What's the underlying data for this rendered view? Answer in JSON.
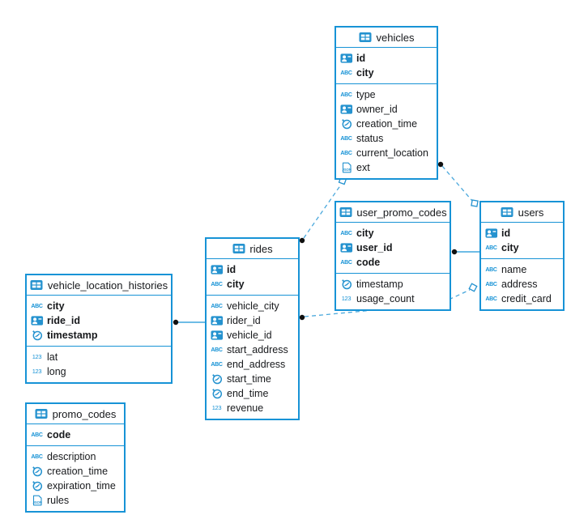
{
  "diagram": {
    "colors": {
      "accent": "#1793d6",
      "icon_blue": "#2492cf",
      "dashed_line": "#4aa8dc",
      "endpoint_dot": "#101010",
      "text": "#17191c",
      "background": "#ffffff"
    },
    "icon_labels": {
      "string": "ABC",
      "number": "123",
      "json": "JSON"
    },
    "tables": [
      {
        "name": "vehicles",
        "columns": [
          {
            "name": "id",
            "type": "uuid",
            "pk": true
          },
          {
            "name": "city",
            "type": "string",
            "pk": true
          },
          {
            "name": "type",
            "type": "string",
            "pk": false
          },
          {
            "name": "owner_id",
            "type": "uuid",
            "pk": false
          },
          {
            "name": "creation_time",
            "type": "timestamp",
            "pk": false
          },
          {
            "name": "status",
            "type": "string",
            "pk": false
          },
          {
            "name": "current_location",
            "type": "string",
            "pk": false
          },
          {
            "name": "ext",
            "type": "json",
            "pk": false
          }
        ]
      },
      {
        "name": "user_promo_codes",
        "columns": [
          {
            "name": "city",
            "type": "string",
            "pk": true
          },
          {
            "name": "user_id",
            "type": "uuid",
            "pk": true
          },
          {
            "name": "code",
            "type": "string",
            "pk": true
          },
          {
            "name": "timestamp",
            "type": "timestamp",
            "pk": false
          },
          {
            "name": "usage_count",
            "type": "number",
            "pk": false
          }
        ]
      },
      {
        "name": "users",
        "columns": [
          {
            "name": "id",
            "type": "uuid",
            "pk": true
          },
          {
            "name": "city",
            "type": "string",
            "pk": true
          },
          {
            "name": "name",
            "type": "string",
            "pk": false
          },
          {
            "name": "address",
            "type": "string",
            "pk": false
          },
          {
            "name": "credit_card",
            "type": "string",
            "pk": false
          }
        ]
      },
      {
        "name": "rides",
        "columns": [
          {
            "name": "id",
            "type": "uuid",
            "pk": true
          },
          {
            "name": "city",
            "type": "string",
            "pk": true
          },
          {
            "name": "vehicle_city",
            "type": "string",
            "pk": false
          },
          {
            "name": "rider_id",
            "type": "uuid",
            "pk": false
          },
          {
            "name": "vehicle_id",
            "type": "uuid",
            "pk": false
          },
          {
            "name": "start_address",
            "type": "string",
            "pk": false
          },
          {
            "name": "end_address",
            "type": "string",
            "pk": false
          },
          {
            "name": "start_time",
            "type": "timestamp",
            "pk": false
          },
          {
            "name": "end_time",
            "type": "timestamp",
            "pk": false
          },
          {
            "name": "revenue",
            "type": "number",
            "pk": false
          }
        ]
      },
      {
        "name": "vehicle_location_histories",
        "columns": [
          {
            "name": "city",
            "type": "string",
            "pk": true
          },
          {
            "name": "ride_id",
            "type": "uuid",
            "pk": true
          },
          {
            "name": "timestamp",
            "type": "timestamp",
            "pk": true
          },
          {
            "name": "lat",
            "type": "number",
            "pk": false
          },
          {
            "name": "long",
            "type": "number",
            "pk": false
          }
        ]
      },
      {
        "name": "promo_codes",
        "columns": [
          {
            "name": "code",
            "type": "string",
            "pk": true
          },
          {
            "name": "description",
            "type": "string",
            "pk": false
          },
          {
            "name": "creation_time",
            "type": "timestamp",
            "pk": false
          },
          {
            "name": "expiration_time",
            "type": "timestamp",
            "pk": false
          },
          {
            "name": "rules",
            "type": "json",
            "pk": false
          }
        ]
      }
    ],
    "relationships": [
      {
        "from": "vehicle_location_histories",
        "to": "rides",
        "style": "solid",
        "from_marker": "dot",
        "to_marker": "none"
      },
      {
        "from": "user_promo_codes",
        "to": "users",
        "style": "solid",
        "from_marker": "dot",
        "to_marker": "none"
      },
      {
        "from": "rides",
        "to": "vehicles",
        "style": "dashed",
        "from_marker": "dot",
        "to_marker": "open-diamond"
      },
      {
        "from": "vehicles",
        "to": "users",
        "style": "dashed",
        "from_marker": "dot",
        "to_marker": "open-diamond"
      },
      {
        "from": "rides",
        "to": "users",
        "style": "dashed",
        "from_marker": "dot",
        "to_marker": "open-diamond"
      }
    ]
  }
}
